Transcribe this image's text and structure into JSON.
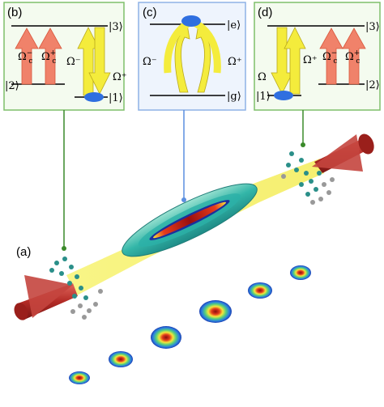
{
  "panels": {
    "a": {
      "label": "(a)"
    },
    "b": {
      "label": "(b)",
      "levels": {
        "upper": "|3⟩",
        "middle": "|2⟩",
        "lower": "|1⟩"
      },
      "couplings": {
        "control_minus": "Ω",
        "control_plus": "Ω",
        "control_sub": "c",
        "control_minus_sup": "−",
        "control_plus_sup": "+",
        "probe_minus": "Ω⁻",
        "probe_plus": "Ω⁺"
      }
    },
    "c": {
      "label": "(c)",
      "levels": {
        "excited": "|e⟩",
        "ground": "|g⟩"
      },
      "couplings": {
        "probe_minus": "Ω⁻",
        "probe_plus": "Ω⁺"
      }
    },
    "d": {
      "label": "(d)",
      "levels": {
        "upper": "|3⟩",
        "middle": "|2⟩",
        "lower": "|1⟩"
      },
      "couplings": {
        "probe": "Ω",
        "probe_plus": "Ω⁺",
        "control_minus": "Ω",
        "control_plus": "Ω",
        "control_sub": "c",
        "control_minus_sup": "−",
        "control_plus_sup": "+"
      }
    }
  },
  "colors": {
    "panel_green_border": "#7fbf6a",
    "panel_green_fill": "#f4fbef",
    "panel_blue_border": "#8eb2e6",
    "panel_blue_fill": "#eef4fd",
    "control_arrow": "#f0826a",
    "probe_arrow": "#f4ec3c",
    "population": "#2f6fe0",
    "laser_red": "#b8322d",
    "leader_green": "#3a8a2a",
    "leader_blue": "#5b8fe0"
  }
}
